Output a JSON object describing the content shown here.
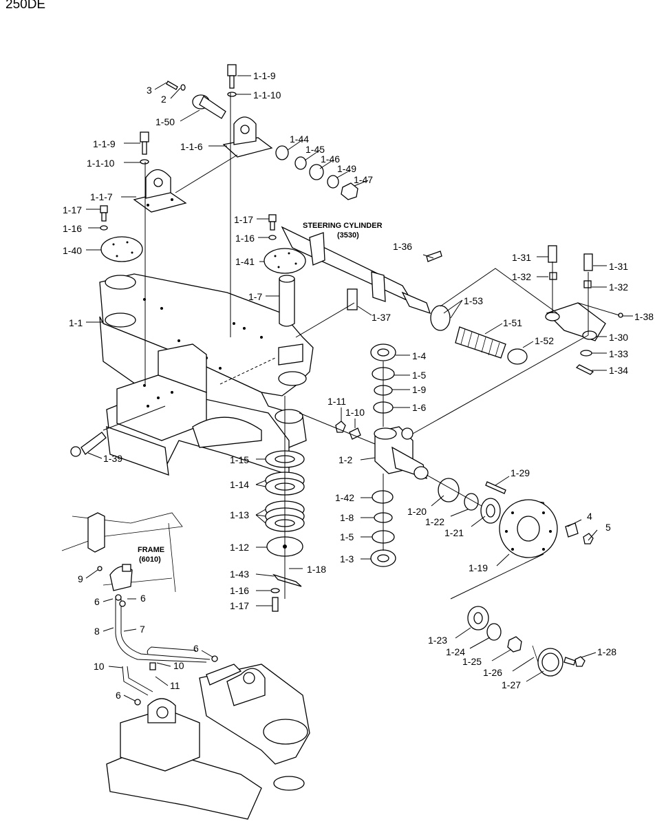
{
  "model": "250DE",
  "captions": {
    "steering_cylinder": "STEERING CYLINDER",
    "steering_cylinder_no": "(3530)",
    "frame": "FRAME",
    "frame_no": "(6010)"
  },
  "labels": [
    "1-1-9",
    "1-1-10",
    "3",
    "2",
    "1-50",
    "1-1-6",
    "1-1-9",
    "1-1-10",
    "1-1-7",
    "1-44",
    "1-45",
    "1-46",
    "1-49",
    "1-47",
    "1-17",
    "1-16",
    "1-40",
    "1-17",
    "1-16",
    "1-41",
    "1-7",
    "1-1",
    "1-36",
    "1-37",
    "1-53",
    "1-51",
    "1-52",
    "1-31",
    "1-32",
    "1-31",
    "1-32",
    "1-38",
    "1-30",
    "1-33",
    "1-34",
    "1-4",
    "1-5",
    "1-9",
    "1-6",
    "1-11",
    "1-10",
    "1-2",
    "1-39",
    "1-15",
    "1-14",
    "1-13",
    "1-12",
    "1-43",
    "1-18",
    "1-16",
    "1-17",
    "1-42",
    "1-8",
    "1-5",
    "1-3",
    "1-20",
    "1-22",
    "1-21",
    "1-29",
    "4",
    "5",
    "1-19",
    "1-23",
    "1-24",
    "1-25",
    "1-26",
    "1-27",
    "1-28",
    "9",
    "6",
    "6",
    "8",
    "7",
    "6",
    "10",
    "10",
    "11",
    "6"
  ]
}
